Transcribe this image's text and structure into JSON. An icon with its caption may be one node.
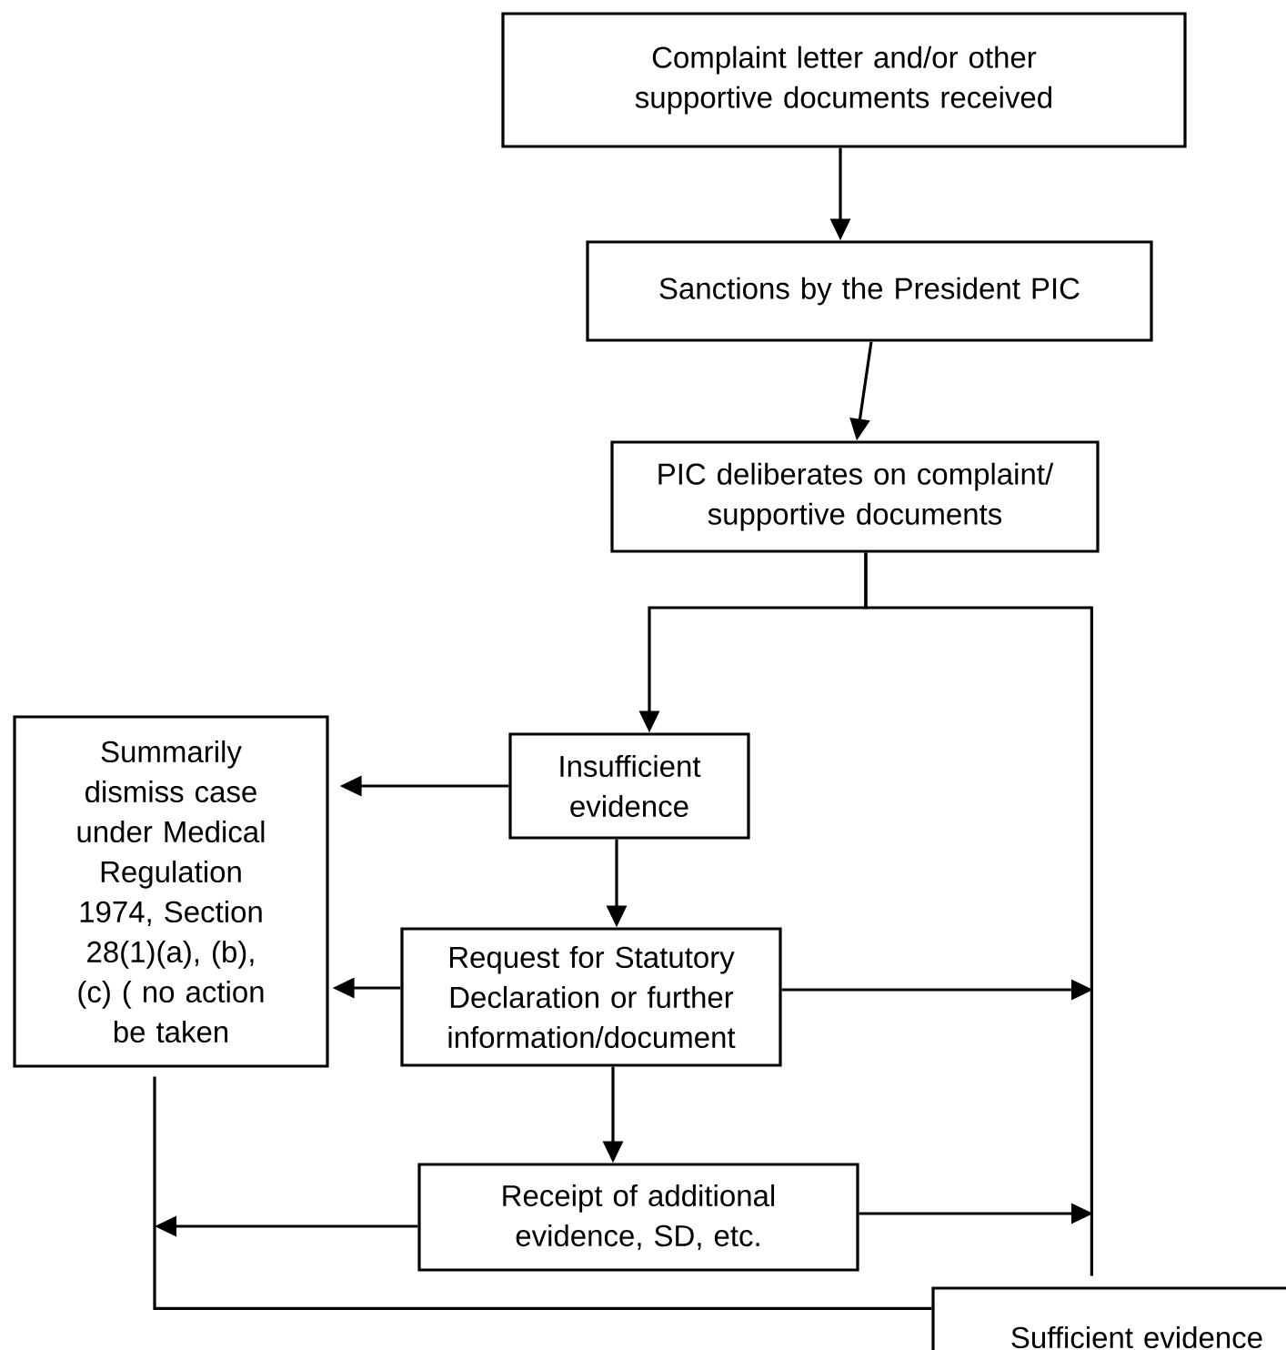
{
  "diagram": {
    "nodes": [
      {
        "text": [
          "Complaint letter and/or other supportive documents received"
        ]
      },
      {
        "text": [
          "Sanctions by the President PIC"
        ]
      },
      {
        "text": [
          "PIC deliberates on complaint/ supportive documents"
        ]
      },
      {
        "text": [
          "Summarily dismiss case under Medical Regulation 1974, Section 28(1)(a), (b), (c) ( no action be taken"
        ]
      },
      {
        "text": [
          "Insufficient evidence"
        ]
      },
      {
        "text": [
          "Request for Statutory Declaration or further information/document"
        ]
      },
      {
        "text": [
          "Receipt of additional evidence, SD, etc."
        ]
      },
      {
        "text": [
          "Sufficient evidence"
        ]
      }
    ],
    "edges": [
      {
        "from": 0,
        "to": 1,
        "arrow": "to"
      },
      {
        "from": 1,
        "to": 2,
        "arrow": "to"
      },
      {
        "from": 2,
        "to": 4,
        "arrow": "to"
      },
      {
        "from": 2,
        "to": 7,
        "arrow": "none"
      },
      {
        "from": 4,
        "to": 3,
        "arrow": "to"
      },
      {
        "from": 4,
        "to": 5,
        "arrow": "to"
      },
      {
        "from": 5,
        "to": 3,
        "arrow": "to"
      },
      {
        "from": 5,
        "to": null,
        "arrow": "to"
      },
      {
        "from": 5,
        "to": 6,
        "arrow": "to"
      },
      {
        "from": 6,
        "to": null,
        "arrow": "to"
      },
      {
        "from": 6,
        "to": null,
        "arrow": "to"
      },
      {
        "from": 3,
        "to": 7,
        "arrow": "none"
      }
    ]
  }
}
